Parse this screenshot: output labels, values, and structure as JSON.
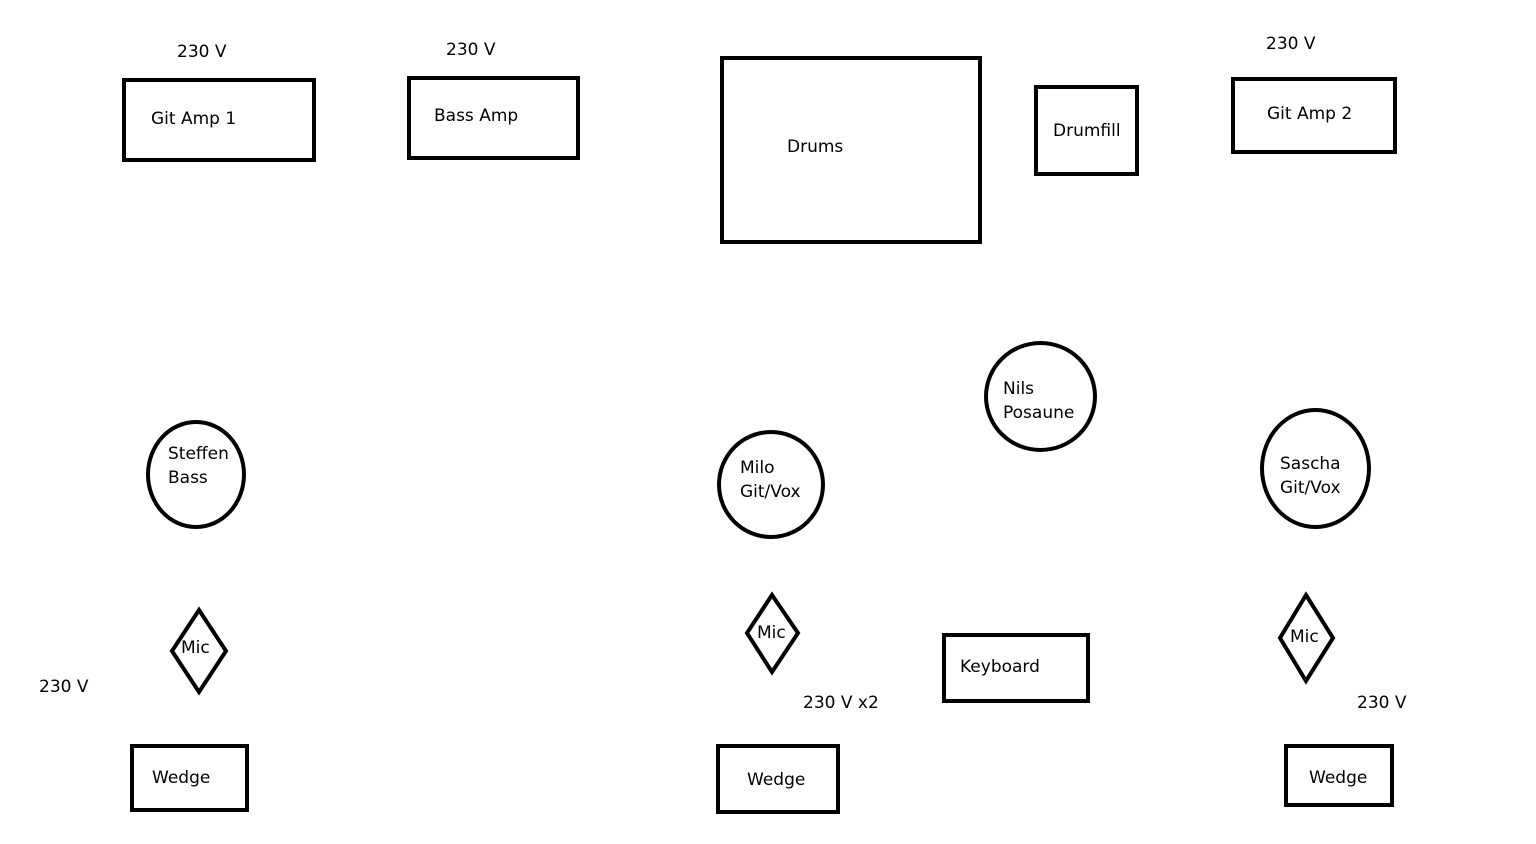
{
  "power": {
    "git_amp_1": "230 V",
    "bass_amp": "230 V",
    "git_amp_2": "230 V",
    "steffen": "230 V",
    "milo": "230 V x2",
    "sascha": "230 V"
  },
  "amps": {
    "git_amp_1": "Git Amp 1",
    "bass_amp": "Bass Amp",
    "git_amp_2": "Git Amp 2"
  },
  "drums": {
    "kit": "Drums",
    "fill": "Drumfill"
  },
  "musicians": {
    "steffen": {
      "name": "Steffen",
      "role": "Bass"
    },
    "milo": {
      "name": "Milo",
      "role": "Git/Vox"
    },
    "nils": {
      "name": "Nils",
      "role": "Posaune"
    },
    "sascha": {
      "name": "Sascha",
      "role": "Git/Vox"
    }
  },
  "mics": {
    "steffen": "Mic",
    "milo": "Mic",
    "sascha": "Mic"
  },
  "keyboard": "Keyboard",
  "wedges": {
    "steffen": "Wedge",
    "milo": "Wedge",
    "sascha": "Wedge"
  }
}
